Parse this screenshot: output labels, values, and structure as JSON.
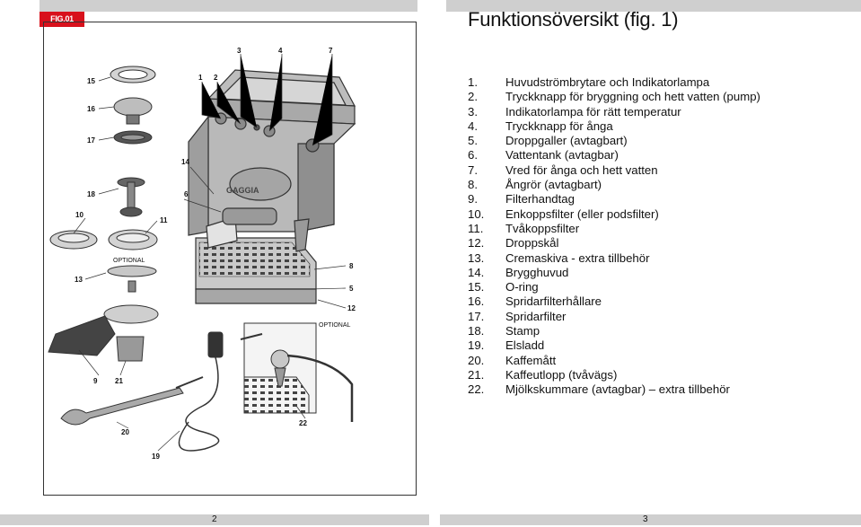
{
  "figure_tag": "FIG.01",
  "title": "Funktionsöversikt (fig. 1)",
  "items": [
    {
      "num": "1.",
      "label": "Huvudströmbrytare och Indikatorlampa"
    },
    {
      "num": "2.",
      "label": "Tryckknapp för bryggning och hett vatten (pump)"
    },
    {
      "num": "3.",
      "label": "Indikatorlampa för rätt temperatur"
    },
    {
      "num": "4.",
      "label": "Tryckknapp för ånga"
    },
    {
      "num": "5.",
      "label": "Droppgaller (avtagbart)"
    },
    {
      "num": "6.",
      "label": "Vattentank (avtagbar)"
    },
    {
      "num": "7.",
      "label": "Vred för ånga och hett vatten"
    },
    {
      "num": "8.",
      "label": "Ångrör (avtagbart)"
    },
    {
      "num": "9.",
      "label": "Filterhandtag"
    },
    {
      "num": "10.",
      "label": "Enkoppsfilter (eller podsfilter)"
    },
    {
      "num": "11.",
      "label": "Tvåkoppsfilter"
    },
    {
      "num": "12.",
      "label": "Droppskål"
    },
    {
      "num": "13.",
      "label": "Cremaskiva - extra tillbehör"
    },
    {
      "num": "14.",
      "label": "Brygghuvud"
    },
    {
      "num": "15.",
      "label": "O-ring"
    },
    {
      "num": "16.",
      "label": "Spridarfilterhållare"
    },
    {
      "num": "17.",
      "label": "Spridarfilter"
    },
    {
      "num": "18.",
      "label": "Stamp"
    },
    {
      "num": "19.",
      "label": "Elsladd"
    },
    {
      "num": "20.",
      "label": "Kaffemått"
    },
    {
      "num": "21.",
      "label": "Kaffeutlopp (tvåvägs)"
    },
    {
      "num": "22.",
      "label": "Mjölkskummare (avtagbar) – extra tillbehör"
    }
  ],
  "diagram": {
    "brand": "GAGGIA",
    "optional_label_1": "OPTIONAL",
    "optional_label_2": "OPTIONAL",
    "callouts": {
      "c1": "1",
      "c2": "2",
      "c3": "3",
      "c4": "4",
      "c5": "5",
      "c6": "6",
      "c7": "7",
      "c8": "8",
      "c9": "9",
      "c10": "10",
      "c11": "11",
      "c12": "12",
      "c13": "13",
      "c14": "14",
      "c15": "15",
      "c16": "16",
      "c17": "17",
      "c18": "18",
      "c19": "19",
      "c20": "20",
      "c21": "21",
      "c22": "22"
    }
  },
  "page_left": "2",
  "page_right": "3"
}
